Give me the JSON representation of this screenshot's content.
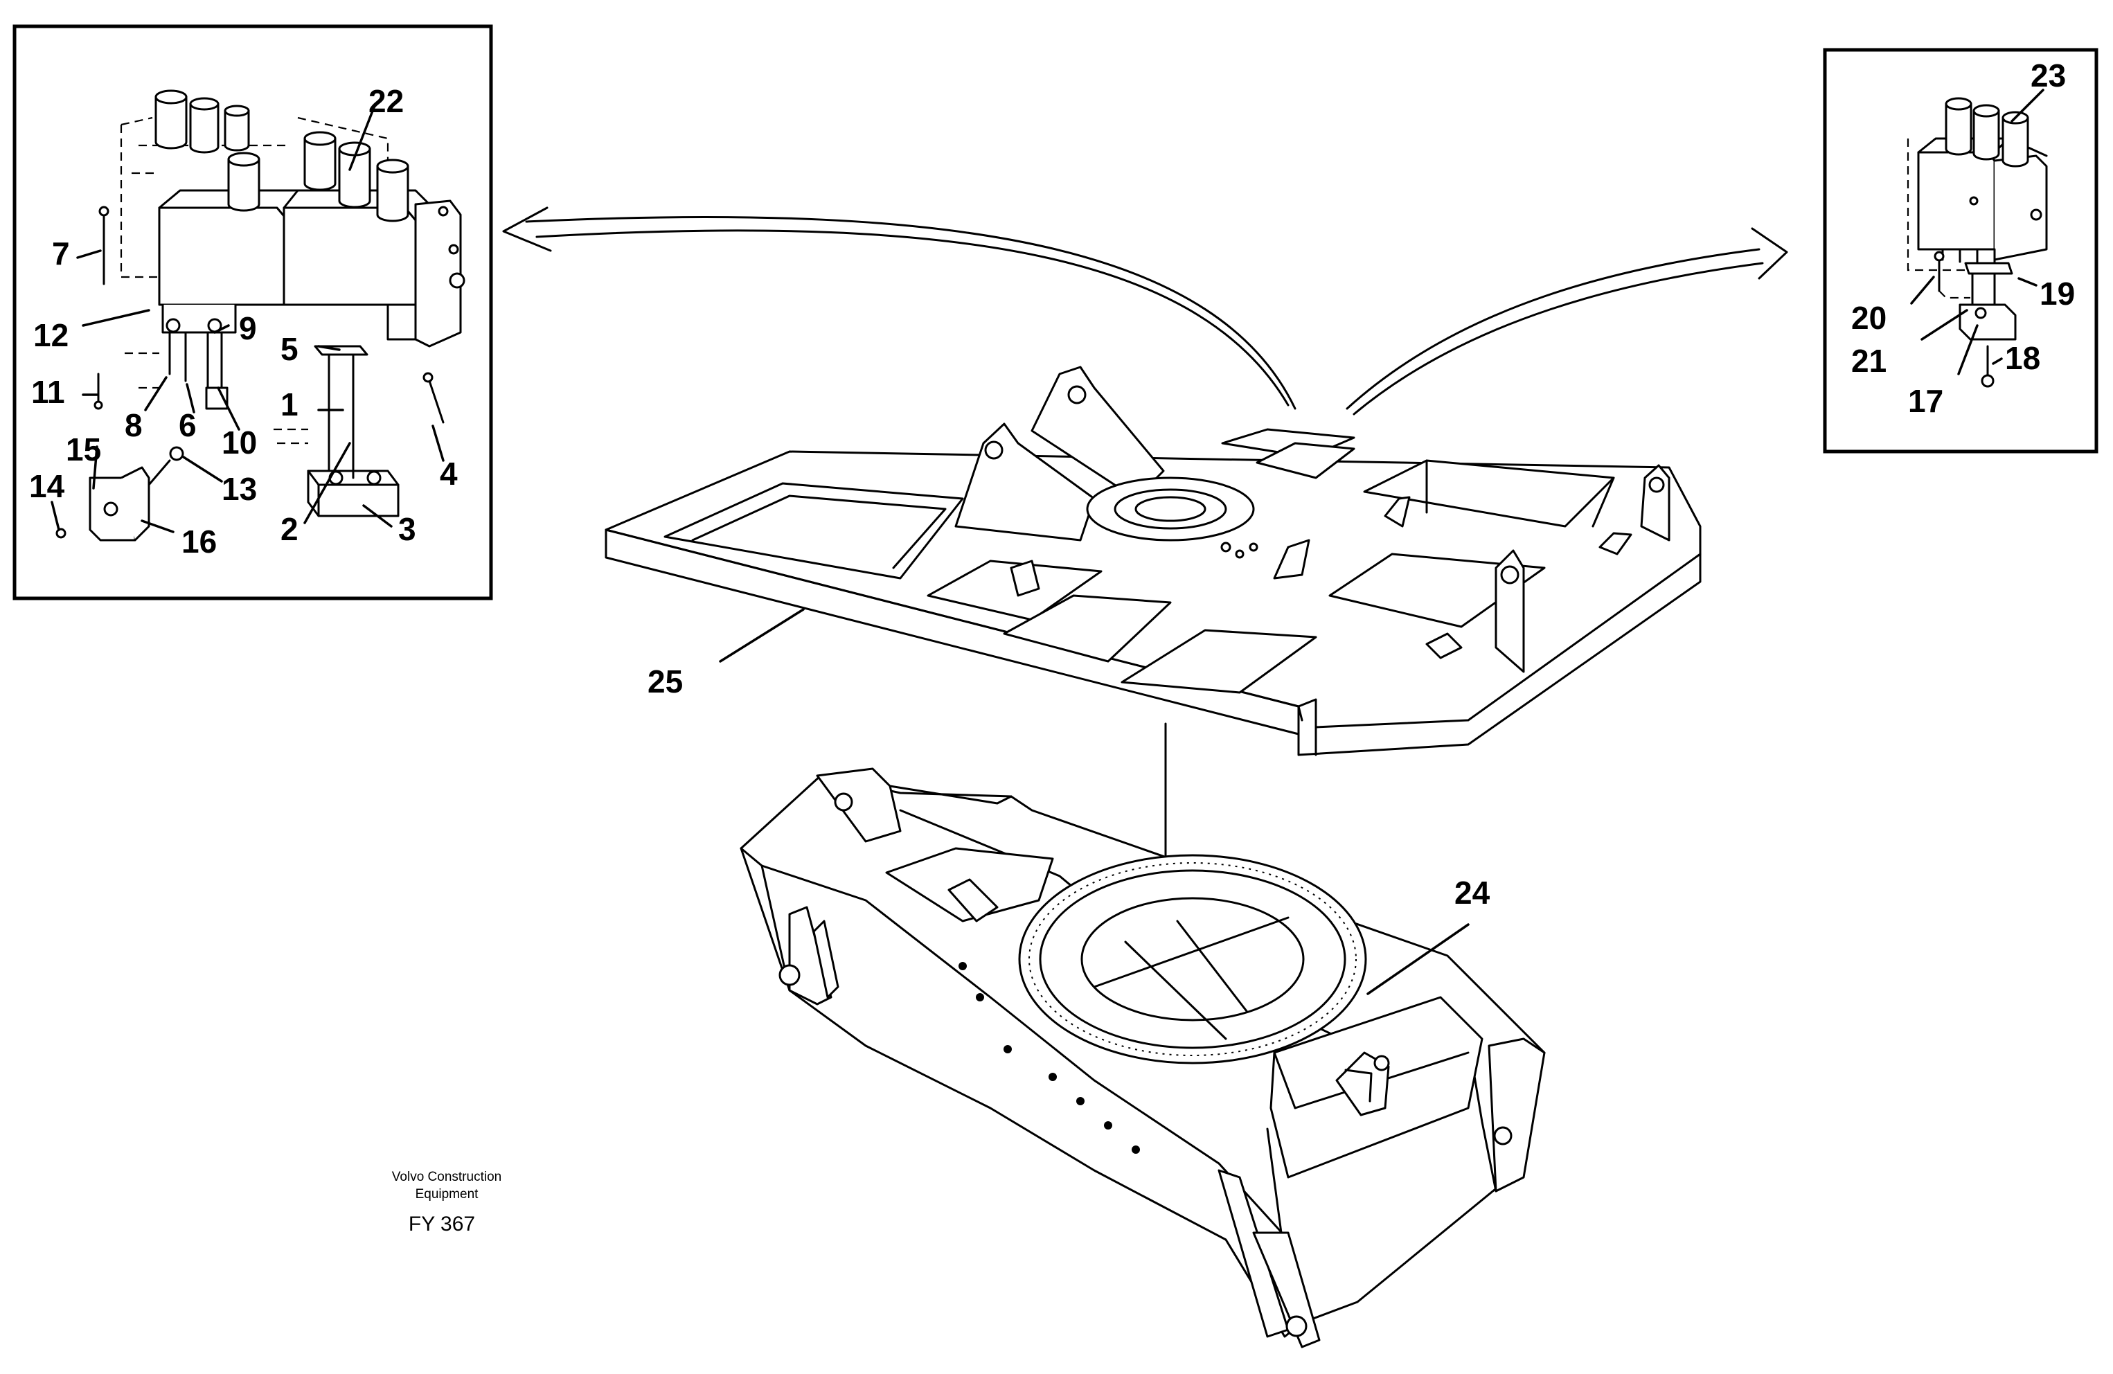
{
  "diagram": {
    "callouts": {
      "c1": "1",
      "c2": "2",
      "c3": "3",
      "c4": "4",
      "c5": "5",
      "c6": "6",
      "c7": "7",
      "c8": "8",
      "c9": "9",
      "c10": "10",
      "c11": "11",
      "c12": "12",
      "c13": "13",
      "c14": "14",
      "c15": "15",
      "c16": "16",
      "c17": "17",
      "c18": "18",
      "c19": "19",
      "c20": "20",
      "c21": "21",
      "c22": "22",
      "c23": "23",
      "c24": "24",
      "c25": "25"
    },
    "credit_line1": "Volvo Construction",
    "credit_line2": "Equipment",
    "figure_number": "FY 367"
  }
}
